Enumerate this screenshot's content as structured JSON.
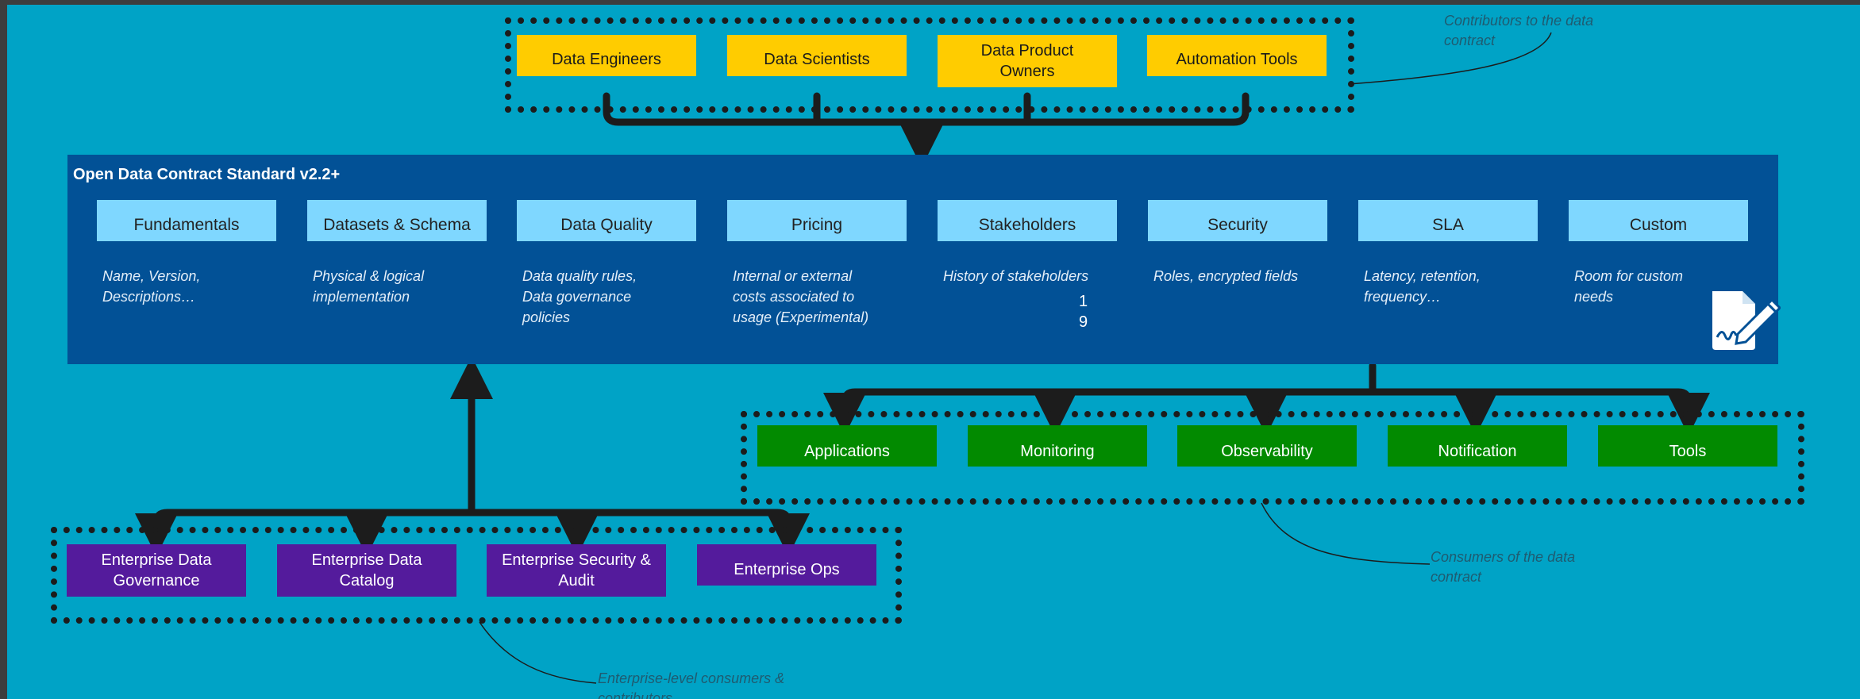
{
  "contributors": {
    "items": [
      {
        "label": "Data Engineers"
      },
      {
        "label": "Data Scientists"
      },
      {
        "label": "Data Product Owners"
      },
      {
        "label": "Automation Tools"
      }
    ],
    "note": "Contributors to the data contract"
  },
  "standard": {
    "title": "Open Data Contract Standard v2.2+",
    "sections": [
      {
        "label": "Fundamentals",
        "desc": "Name, Version, Descriptions…"
      },
      {
        "label": "Datasets & Schema",
        "desc": "Physical & logical implementation"
      },
      {
        "label": "Data Quality",
        "desc": "Data quality rules, Data governance policies"
      },
      {
        "label": "Pricing",
        "desc": "Internal or external costs associated to usage (Experimental)"
      },
      {
        "label": "Stakeholders",
        "desc": "History of stakeholders"
      },
      {
        "label": "Security",
        "desc": "Roles, encrypted fields"
      },
      {
        "label": "SLA",
        "desc": "Latency, retention, frequency…"
      },
      {
        "label": "Custom",
        "desc": "Room for custom needs"
      }
    ],
    "stray_numbers": [
      "1",
      "9"
    ],
    "icon": "contract-signature-icon"
  },
  "consumers": {
    "items": [
      {
        "label": "Applications"
      },
      {
        "label": "Monitoring"
      },
      {
        "label": "Observability"
      },
      {
        "label": "Notification"
      },
      {
        "label": "Tools"
      }
    ],
    "note": "Consumers of the data contract"
  },
  "enterprise": {
    "items": [
      {
        "label": "Enterprise Data Governance"
      },
      {
        "label": "Enterprise Data Catalog"
      },
      {
        "label": "Enterprise Security & Audit"
      },
      {
        "label": "Enterprise Ops"
      }
    ],
    "note": "Enterprise-level consumers & contributors"
  },
  "colors": {
    "background": "#00a3c6",
    "contributor": "#ffcc00",
    "standard": "#025196",
    "section": "#7fd7ff",
    "consumer": "#028a00",
    "enterprise": "#541b9c"
  }
}
